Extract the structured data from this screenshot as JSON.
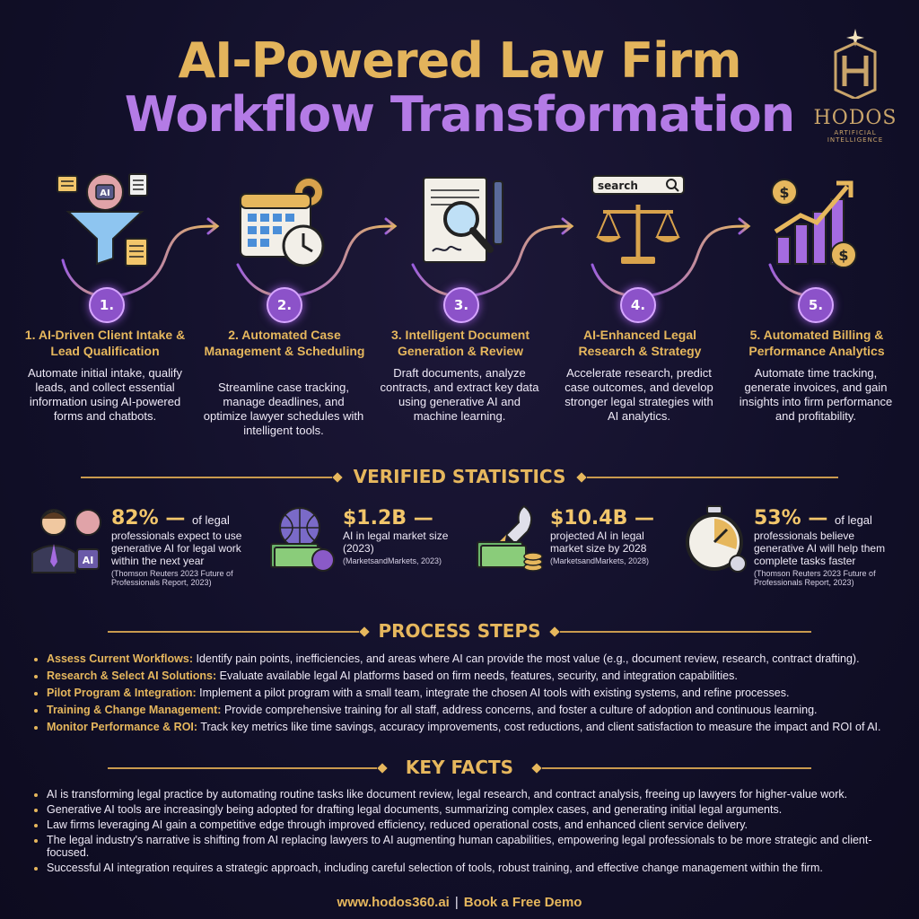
{
  "header": {
    "title_line1": "AI-Powered Law Firm",
    "title_line2": "Workflow Transformation"
  },
  "logo": {
    "name": "HODOS",
    "subtitle": "ARTIFICIAL INTELLIGENCE"
  },
  "steps": [
    {
      "number": "1.",
      "title": "1. AI-Driven Client Intake & Lead Qualification",
      "description": "Automate initial intake, qualify leads, and collect essential information using AI-powered forms and chatbots.",
      "icon": "funnel-brain-icon",
      "icon_text": "AI"
    },
    {
      "number": "2.",
      "title": "2. Automated Case Management & Scheduling",
      "description": "Streamline case tracking, manage deadlines, and optimize lawyer schedules with intelligent tools.",
      "icon": "calendar-clock-icon"
    },
    {
      "number": "3.",
      "title": "3. Intelligent Document Generation & Review",
      "description": "Draft documents, analyze contracts, and extract key data using generative AI and machine learning.",
      "icon": "document-magnifier-icon"
    },
    {
      "number": "4.",
      "title": "AI-Enhanced Legal Research & Strategy",
      "description": "Accelerate research, predict case outcomes, and develop stronger legal strategies with AI analytics.",
      "icon": "scales-search-icon",
      "icon_text": "search"
    },
    {
      "number": "5.",
      "title": "5. Automated Billing & Performance Analytics",
      "description": "Automate time tracking, generate invoices, and gain insights into firm performance and profitability.",
      "icon": "growth-chart-icon",
      "icon_text": "$"
    }
  ],
  "stats_section": {
    "heading": "VERIFIED STATISTICS",
    "items": [
      {
        "value": "82% —",
        "suffix": "of legal",
        "text": "professionals expect to use generative AI for legal work within the next year",
        "source": "(Thomson Reuters 2023 Future of Professionals Report, 2023)",
        "icon": "lawyer-brain-icon",
        "icon_text": "AI"
      },
      {
        "value": "$1.2B —",
        "suffix": "",
        "text": "AI in legal market size (2023)",
        "source": "(MarketsandMarkets, 2023)",
        "icon": "globe-money-icon"
      },
      {
        "value": "$10.4B —",
        "suffix": "",
        "text": "projected AI in legal market size by 2028",
        "source": "(MarketsandMarkets, 2028)",
        "icon": "rocket-money-icon"
      },
      {
        "value": "53% —",
        "suffix": "of legal",
        "text": "professionals believe generative AI will help them complete tasks faster",
        "source": "(Thomson Reuters 2023 Future of Professionals Report, 2023)",
        "icon": "stopwatch-icon"
      }
    ]
  },
  "process_section": {
    "heading": "PROCESS STEPS",
    "items": [
      {
        "label": "Assess Current Workflows:",
        "text": "Identify pain points, inefficiencies, and areas where AI can provide the most value (e.g., document review, research, contract drafting)."
      },
      {
        "label": "Research & Select AI Solutions:",
        "text": "Evaluate available legal AI platforms based on firm needs, features, security, and integration capabilities."
      },
      {
        "label": "Pilot Program & Integration:",
        "text": "Implement a pilot program with a small team, integrate the chosen AI tools with existing systems, and refine processes."
      },
      {
        "label": "Training & Change Management:",
        "text": "Provide comprehensive training for all staff, address concerns, and foster a culture of adoption and continuous learning."
      },
      {
        "label": "Monitor Performance & ROI:",
        "text": "Track key metrics like time savings, accuracy improvements, cost reductions, and client satisfaction to measure the impact and ROI of AI."
      }
    ]
  },
  "facts_section": {
    "heading": "KEY FACTS",
    "items": [
      "AI is transforming legal practice by automating routine tasks like document review, legal research, and contract analysis, freeing up lawyers for higher-value work.",
      "Generative AI tools are increasingly being adopted for drafting legal documents, summarizing complex cases, and generating initial legal arguments.",
      "Law firms leveraging AI gain a competitive edge through improved efficiency, reduced operational costs, and enhanced client service delivery.",
      "The legal industry's narrative is shifting from AI replacing lawyers to AI augmenting human capabilities, empowering legal professionals to be more strategic and client-focused.",
      "Successful AI integration requires a strategic approach, including careful selection of tools, robust training, and effective change management within the firm."
    ]
  },
  "footer": {
    "url": "www.hodos360.ai",
    "separator": "|",
    "cta": "Book a Free Demo"
  },
  "colors": {
    "background": "#14102a",
    "gold": "#e6b75d",
    "purple": "#b47be6",
    "accent": "#8c52c9"
  }
}
